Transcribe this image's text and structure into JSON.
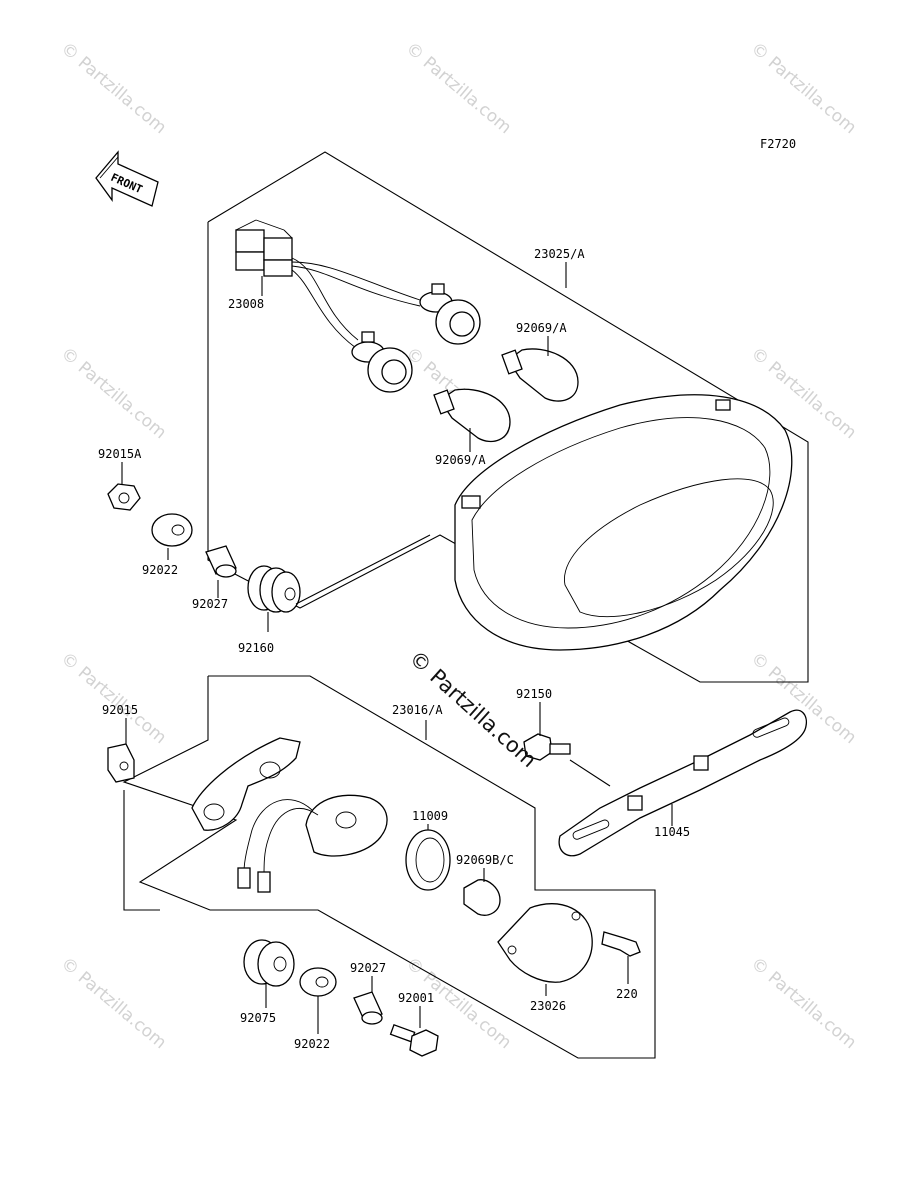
{
  "figure_code": "F2720",
  "front_arrow_label": "FRONT",
  "center_watermark": "© Partzilla.com",
  "watermark": "© Partzilla.com",
  "part_labels": {
    "p23008": "23008",
    "p23025a": "23025/A",
    "p92069a_top": "92069/A",
    "p92069a_bottom": "92069/A",
    "p92015a": "92015A",
    "p92022_top": "92022",
    "p92027_top": "92027",
    "p92160": "92160",
    "p92015": "92015",
    "p23016a": "23016/A",
    "p92150": "92150",
    "p11009": "11009",
    "p92069bc": "92069B/C",
    "p11045": "11045",
    "p92027_bottom": "92027",
    "p92001": "92001",
    "p92075": "92075",
    "p92022_bottom": "92022",
    "p23026": "23026",
    "p220": "220"
  }
}
